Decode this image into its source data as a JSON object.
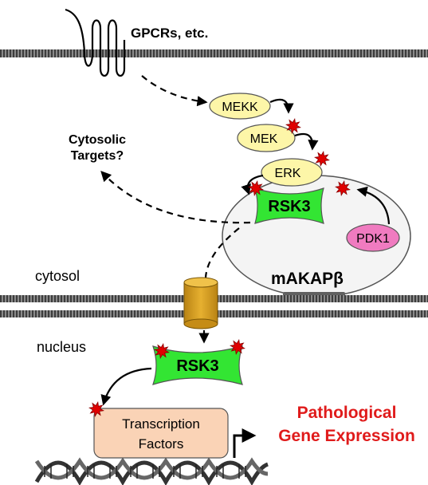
{
  "labels": {
    "gpcrs": "GPCRs, etc.",
    "cytosolic_line1": "Cytosolic",
    "cytosolic_line2": "Targets?",
    "cytosol": "cytosol",
    "nucleus": "nucleus",
    "makap": "mAKAPβ",
    "pathological_line1": "Pathological",
    "pathological_line2": "Gene Expression"
  },
  "nodes": {
    "mekk": "MEKK",
    "mek": "MEK",
    "erk": "ERK",
    "rsk3_cytosol": "RSK3",
    "pdk1": "PDK1",
    "rsk3_nucleus": "RSK3",
    "tf_line1": "Transcription",
    "tf_line2": "Factors"
  },
  "colors": {
    "kinase_fill": "#fdf6a8",
    "rsk3_fill": "#33e533",
    "pdk1_fill": "#f07bc0",
    "tf_fill": "#fad3b6",
    "complex_fill": "#f4f4f4",
    "membrane": "#555555",
    "pore": "#d49a1c",
    "phospho": "#e00000",
    "highlight_text": "#e01b1b"
  }
}
